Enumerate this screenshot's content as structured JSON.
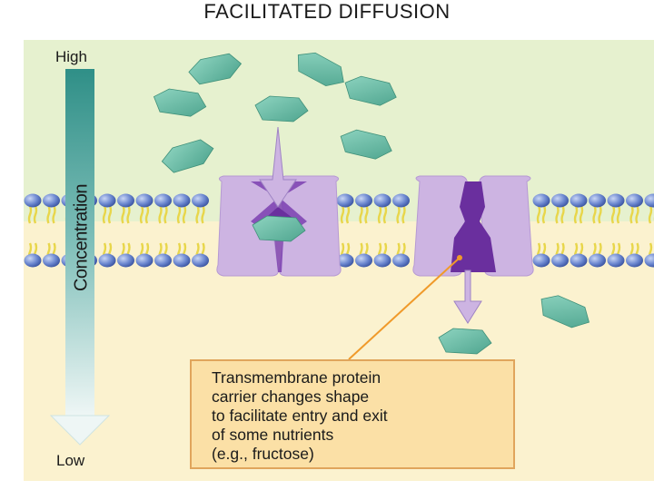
{
  "title": "FACILITATED DIFFUSION",
  "gradient": {
    "label": "Concentration",
    "high_label": "High",
    "low_label": "Low"
  },
  "callout": {
    "lines": [
      "Transmembrane protein",
      "carrier changes shape",
      "to facilitate entry and exit",
      "of some nutrients",
      "(e.g., fructose)"
    ]
  },
  "colors": {
    "extracellular": "#e6f1cf",
    "intracellular": "#fbf2cf",
    "molecule": "#6fbfa9",
    "protein": "#cdb4e2",
    "protein_channel": "#6a2f9e",
    "phospholipid_head": "#5f7fc9",
    "lipid_tail": "#e8d64a",
    "callout_fill": "#fbe0a6",
    "callout_border": "#e0a55c",
    "leader_line": "#f09a2a"
  }
}
